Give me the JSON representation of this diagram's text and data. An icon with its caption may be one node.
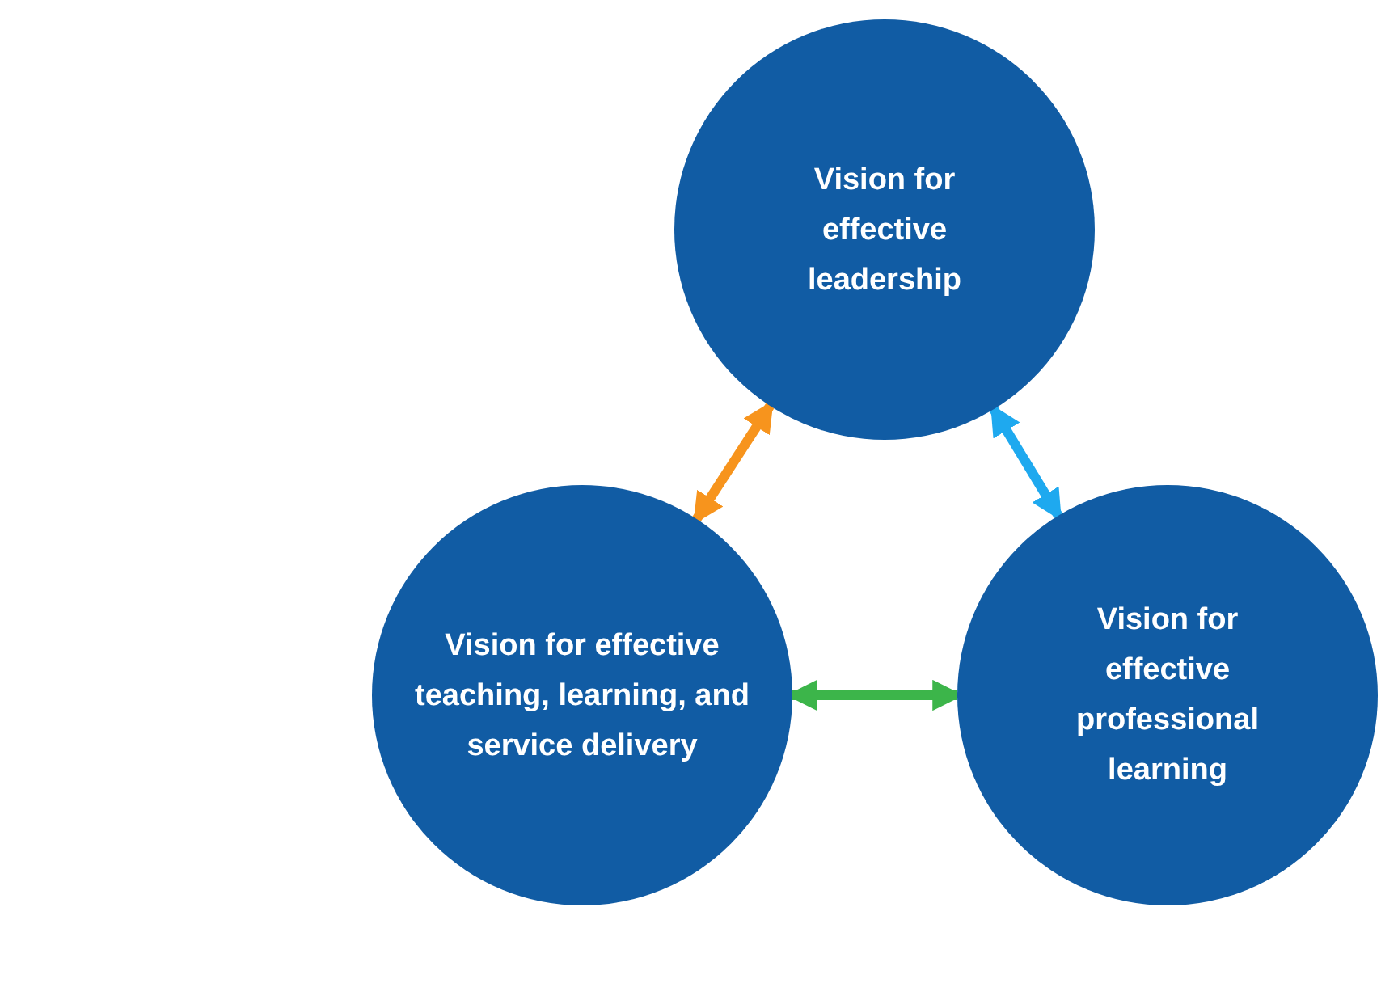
{
  "diagram": {
    "nodes": [
      {
        "text": [
          "Vision for effective leadership"
        ]
      },
      {
        "text": [
          "Vision for effective teaching, learning, and service delivery"
        ]
      },
      {
        "text": [
          "Vision for effective professional learning"
        ]
      }
    ],
    "edges": [
      {
        "from": 0,
        "to": 1,
        "arrow": "both",
        "color": "#f7941d"
      },
      {
        "from": 0,
        "to": 2,
        "arrow": "both",
        "color": "#1ea9ef"
      },
      {
        "from": 1,
        "to": 2,
        "arrow": "both",
        "color": "#3cb54a"
      }
    ]
  }
}
